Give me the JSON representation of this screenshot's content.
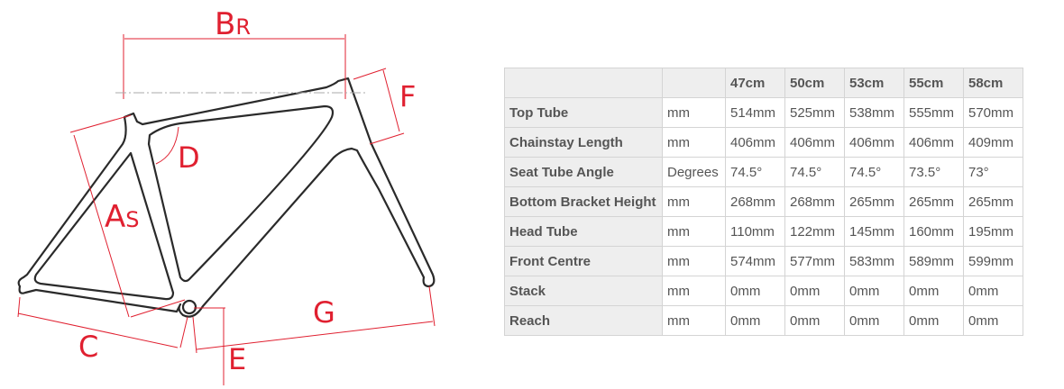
{
  "diagram": {
    "labels": {
      "br": "B",
      "br_sub": "R",
      "as": "A",
      "as_sub": "S",
      "c": "C",
      "d": "D",
      "e": "E",
      "f": "F",
      "g": "G"
    },
    "accent": "#e02030"
  },
  "table": {
    "sizes": [
      "47cm",
      "50cm",
      "53cm",
      "55cm",
      "58cm"
    ],
    "rows": [
      {
        "label": "Top Tube",
        "unit": "mm",
        "values": [
          "514mm",
          "525mm",
          "538mm",
          "555mm",
          "570mm"
        ]
      },
      {
        "label": "Chainstay Length",
        "unit": "mm",
        "values": [
          "406mm",
          "406mm",
          "406mm",
          "406mm",
          "409mm"
        ]
      },
      {
        "label": "Seat Tube Angle",
        "unit": "Degrees",
        "values": [
          "74.5°",
          "74.5°",
          "74.5°",
          "73.5°",
          "73°"
        ]
      },
      {
        "label": "Bottom Bracket Height",
        "unit": "mm",
        "values": [
          "268mm",
          "268mm",
          "265mm",
          "265mm",
          "265mm"
        ]
      },
      {
        "label": "Head Tube",
        "unit": "mm",
        "values": [
          "110mm",
          "122mm",
          "145mm",
          "160mm",
          "195mm"
        ]
      },
      {
        "label": "Front Centre",
        "unit": "mm",
        "values": [
          "574mm",
          "577mm",
          "583mm",
          "589mm",
          "599mm"
        ]
      },
      {
        "label": "Stack",
        "unit": "mm",
        "values": [
          "0mm",
          "0mm",
          "0mm",
          "0mm",
          "0mm"
        ]
      },
      {
        "label": "Reach",
        "unit": "mm",
        "values": [
          "0mm",
          "0mm",
          "0mm",
          "0mm",
          "0mm"
        ]
      }
    ]
  }
}
